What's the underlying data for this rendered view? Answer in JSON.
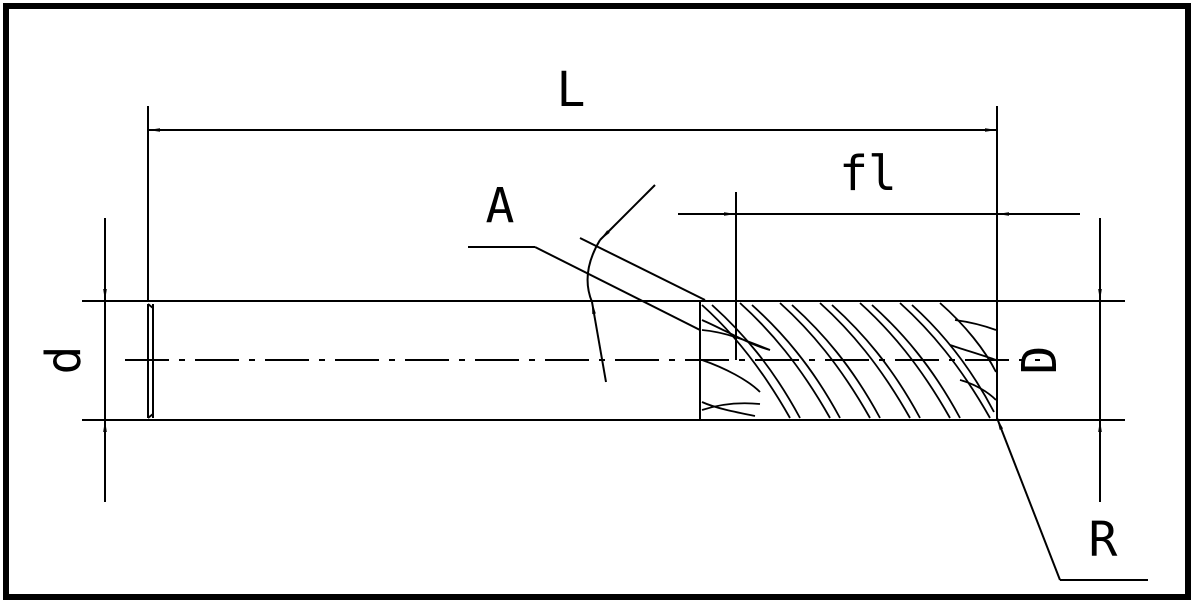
{
  "labels": {
    "overall_length": "L",
    "flute_length": "fl",
    "helix_angle": "A",
    "shank_diameter": "d",
    "cutting_diameter": "D",
    "corner_radius": "R"
  },
  "colors": {
    "line": "#000000",
    "background": "#ffffff"
  }
}
